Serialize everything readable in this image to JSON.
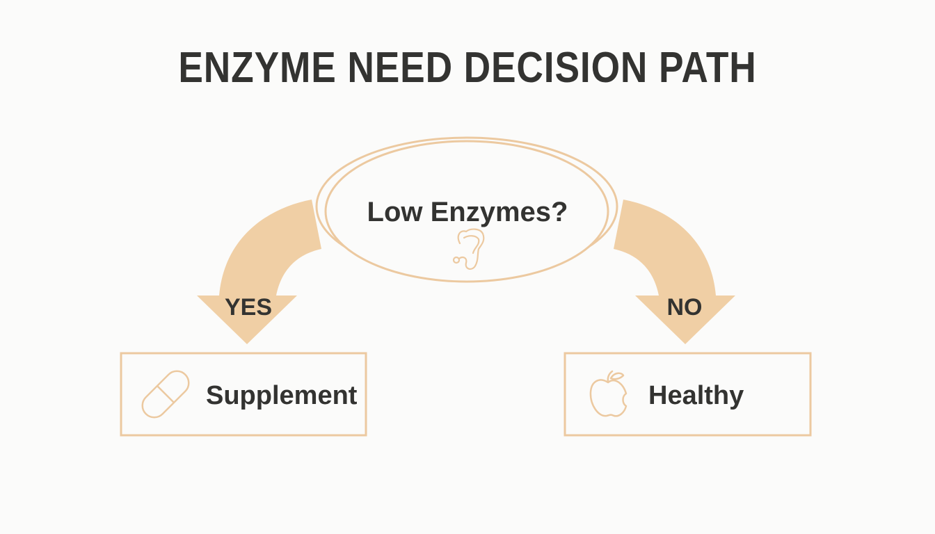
{
  "title": "ENZYME NEED DECISION PATH",
  "decision": {
    "question": "Low Enzymes?",
    "icon": "intestine-icon"
  },
  "branches": {
    "yes": {
      "label": "YES",
      "outcome": "Supplement",
      "icon": "capsule-icon"
    },
    "no": {
      "label": "NO",
      "outcome": "Healthy",
      "icon": "apple-icon"
    }
  },
  "colors": {
    "accent": "#f0cfa5",
    "accent_stroke": "#ecc9a0",
    "text": "#333331",
    "background": "#fbfbfa"
  }
}
